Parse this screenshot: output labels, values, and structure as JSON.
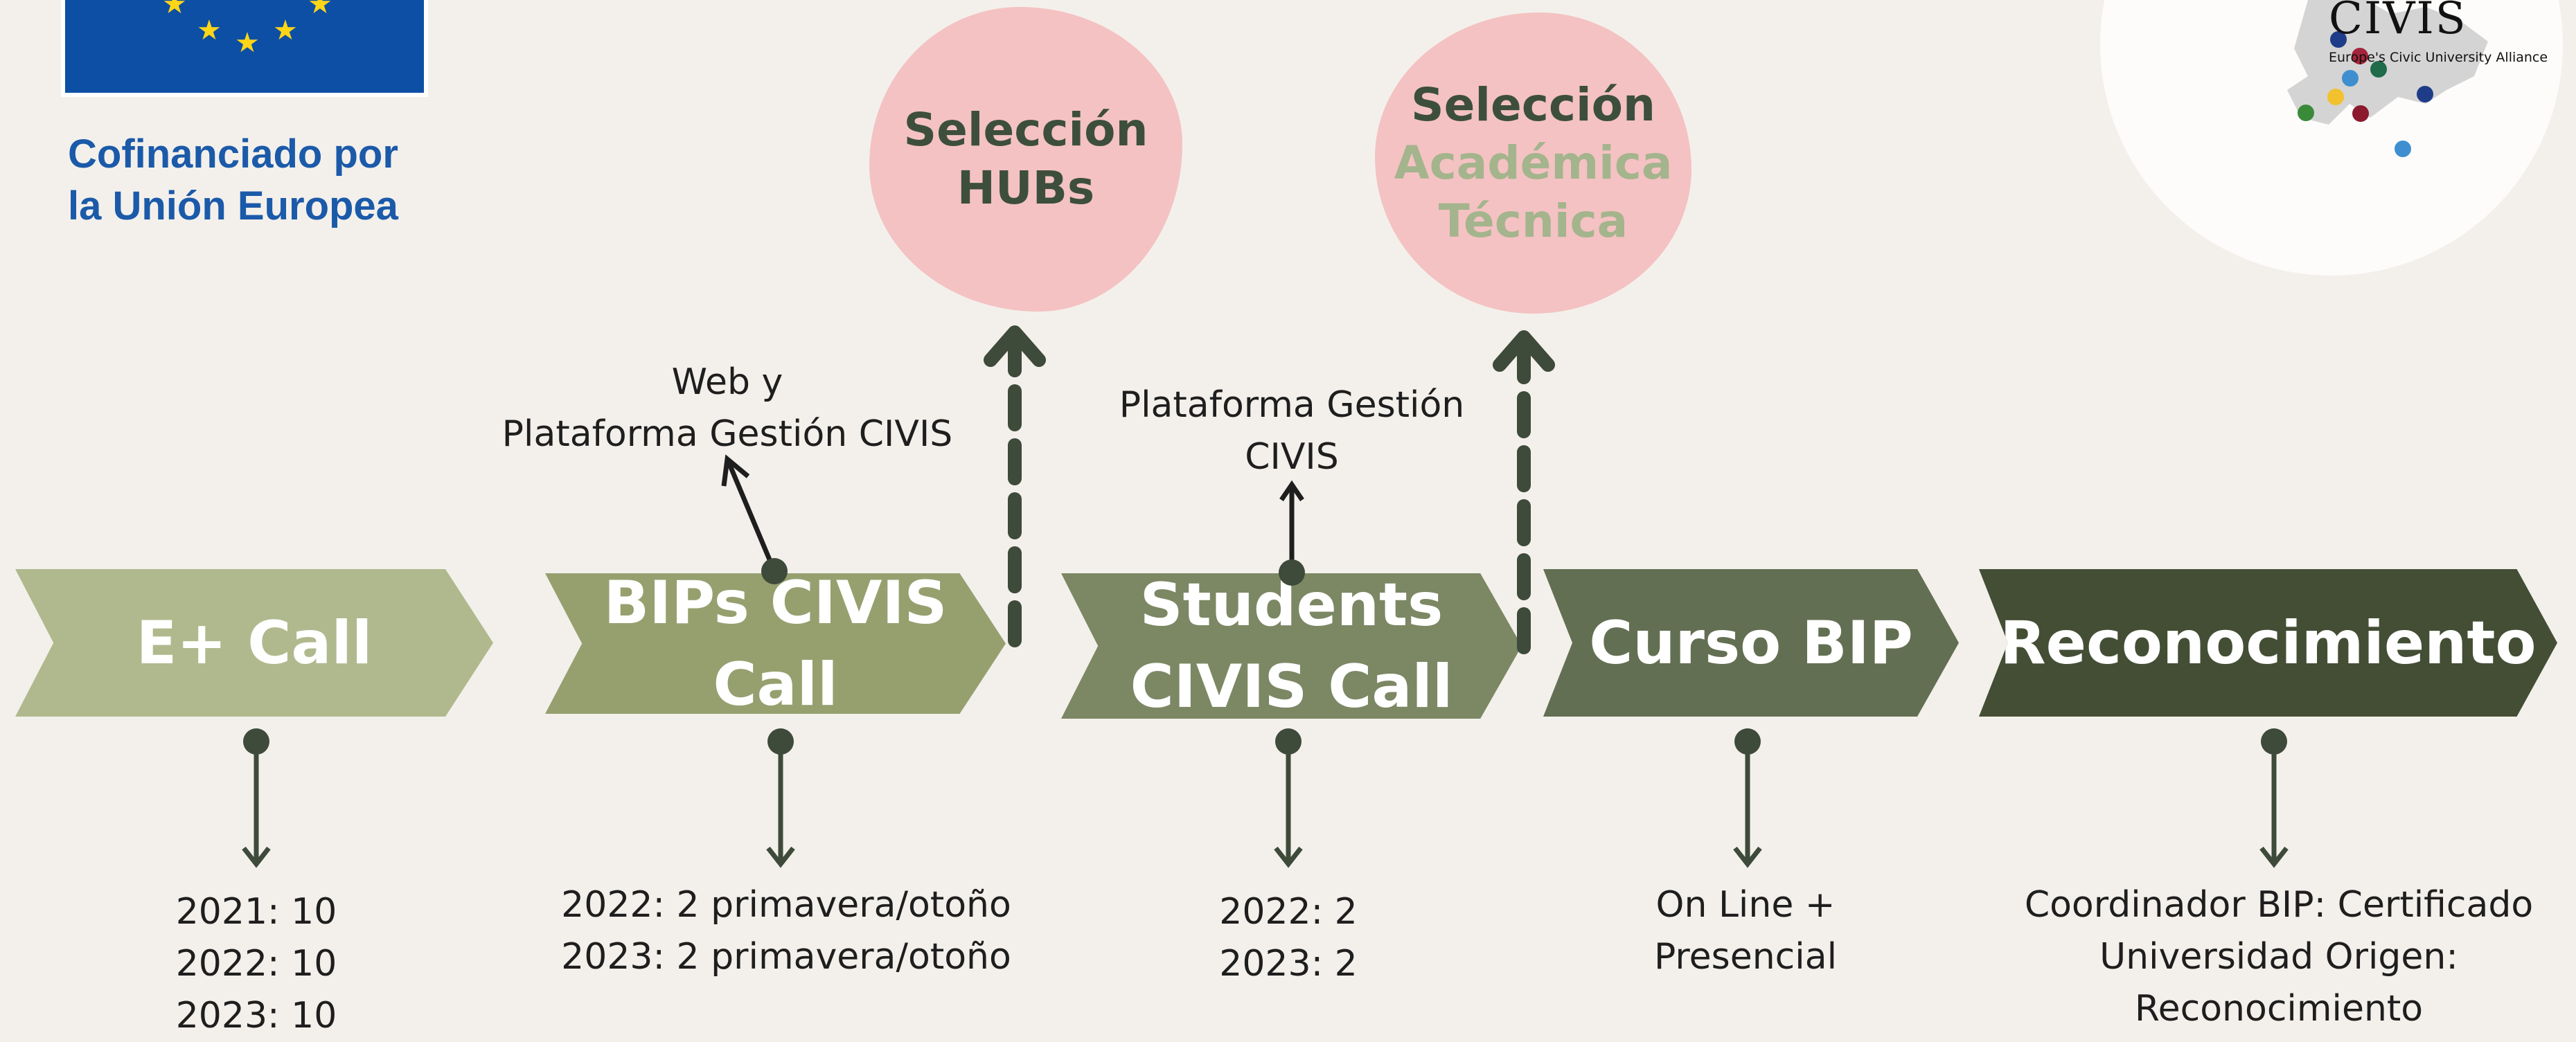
{
  "logos": {
    "eu_text": [
      "Cofinanciado por",
      "la Unión Europea"
    ],
    "civis_title": "CIVIS",
    "civis_subtitle": "Europe's Civic University Alliance"
  },
  "selection_bubbles": [
    {
      "lines": [
        "Selección",
        "HUBs"
      ]
    },
    {
      "lines": [
        "Selección",
        "Académica",
        "Técnica"
      ]
    }
  ],
  "platform_notes": [
    {
      "lines": [
        "Web y",
        "Plataforma Gestión CIVIS"
      ]
    },
    {
      "lines": [
        "Plataforma Gestión",
        "CIVIS"
      ]
    }
  ],
  "steps": [
    {
      "label": [
        "E+ Call"
      ],
      "color": "#b0b98d",
      "details": [
        "2021: 10",
        "2022: 10",
        "2023: 10"
      ]
    },
    {
      "label": [
        "BIPs CIVIS",
        "Call"
      ],
      "color": "#96a06f",
      "details": [
        "2022: 2 primavera/otoño",
        "2023: 2 primavera/otoño"
      ]
    },
    {
      "label": [
        "Students",
        "CIVIS Call"
      ],
      "color": "#7c8764",
      "details": [
        "2022: 2",
        "2023: 2"
      ]
    },
    {
      "label": [
        "Curso BIP"
      ],
      "color": "#636f52",
      "details": [
        "On Line +",
        "Presencial"
      ]
    },
    {
      "label": [
        "Reconocimiento"
      ],
      "color": "#434e35",
      "details": [
        "Coordinador BIP: Certificado",
        "Universidad Origen:",
        "Reconocimiento"
      ]
    }
  ],
  "colors": {
    "background": "#f3f0eb",
    "connector": "#3e4a3a",
    "bubble": "#f4c2c2",
    "eu_blue": "#0d4fa4",
    "eu_text": "#1b5aa9"
  }
}
